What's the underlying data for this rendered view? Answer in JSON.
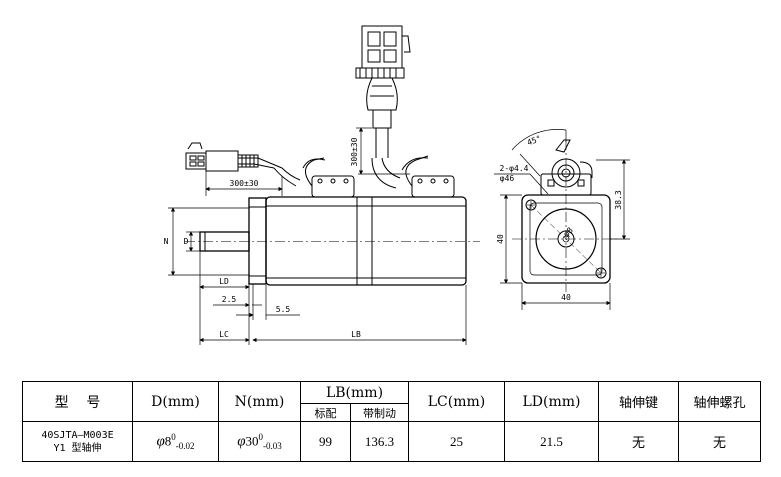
{
  "drawing": {
    "side_view": {
      "lb": "LB",
      "lc": "LC",
      "ld": "LD",
      "n": "N",
      "d": "D",
      "flange_thickness": "2.5",
      "step_length": "5.5",
      "lead_length_1": "300±30",
      "lead_length_2": "300±30"
    },
    "front_view": {
      "angle": "45°",
      "holes": "2-φ4.4",
      "pcd": "φ46",
      "shaft": "φ8",
      "width": "40",
      "height": "40",
      "cable_height": "38.3"
    }
  },
  "table": {
    "headers": {
      "model": "型    号",
      "d": "D(mm)",
      "n": "N(mm)",
      "lb": "LB(mm)",
      "lb_standard": "标配",
      "lb_brake": "带制动",
      "lc": "LC(mm)",
      "ld": "LD(mm)",
      "shaft_key": "轴伸键",
      "shaft_hole": "轴伸螺孔"
    },
    "row": {
      "model_line1": "40SJTA—M003E",
      "model_line2": "Y1 型轴伸",
      "d_phi": "φ",
      "d_base": "8",
      "d_sup": "0",
      "d_sub": "-0.02",
      "n_phi": "φ",
      "n_base": "30",
      "n_sup": "0",
      "n_sub": "-0.03",
      "lb_standard": "99",
      "lb_brake": "136.3",
      "lc": "25",
      "ld": "21.5",
      "shaft_key": "无",
      "shaft_hole": "无"
    }
  }
}
